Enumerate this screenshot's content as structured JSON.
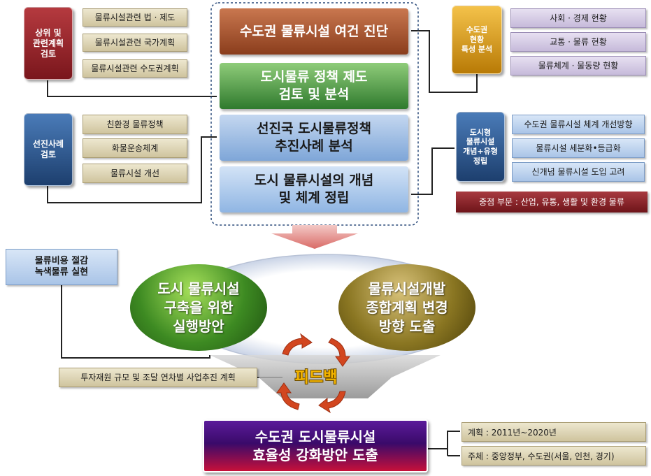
{
  "left_groups": {
    "upper_review": {
      "label": "상위 및\n관련계획\n검토",
      "items": [
        "물류시설관련 법 · 제도",
        "물류시설관련 국가계획",
        "물류시설관련 수도권계획"
      ]
    },
    "advanced_cases": {
      "label": "선진사례\n검토",
      "items": [
        "친환경 물류정책",
        "화물운송체계",
        "물류시설 개선"
      ]
    }
  },
  "center_steps": [
    "수도권 물류시설 여건 진단",
    "도시물류 정책 제도\n검토 및 분석",
    "선진국 도시물류정책\n추진사례 분석",
    "도시 물류시설의 개념\n및 체계 정립"
  ],
  "right_groups": {
    "status": {
      "label": "수도권\n현황\n특성 분석",
      "items": [
        "사회 · 경제 현황",
        "교통 · 물류 현황",
        "물류체계 · 물동량 현황"
      ]
    },
    "concept": {
      "label": "도시형\n물류시설\n개념+유형\n정립",
      "items": [
        "수도권 물류시설 체계 개선방향",
        "물류시설 세분화•등급화",
        "신개념 물류시설 도입 고려"
      ]
    },
    "focus": "중점 부문 : 산업, 유통, 생활 및 환경 물류"
  },
  "outcomes": {
    "green_circle": "도시 물류시설\n구축을 위한\n실행방안",
    "olive_circle": "물류시설개발\n종합계획 변경\n방향 도출",
    "cost_box": "물류비용 절감\n녹색물류 실현",
    "investment_box": "투자재원 규모 및 조달 연차별 사업추진 계획",
    "feedback": "피드백"
  },
  "final": {
    "title": "수도권 도시물류시설\n효율성 강화방안 도출",
    "notes": [
      "계획 : 2011년~2020년",
      "주체 : 중앙정부, 수도권(서울, 인천, 경기)"
    ]
  },
  "colors": {
    "red_tag": "#8b1d24",
    "blue_tag": "#2d5a8e",
    "gold_tag": "#d89a12",
    "step1": "#a0522d",
    "step2": "#3f8f3a",
    "step3": "#8fb5e3",
    "step4": "#8fb5e3",
    "final": "#5a1280"
  }
}
